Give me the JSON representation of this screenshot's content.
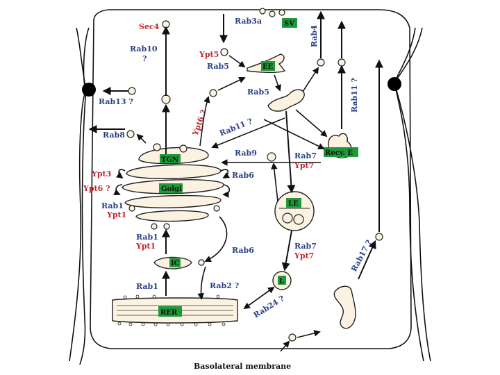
{
  "caption": "Basolateral membrane",
  "compartments": {
    "tgn": "TGN",
    "golgi": "Golgi",
    "ic": "IC",
    "rer": "RER",
    "ee": "EE",
    "sv": "SV",
    "le": "LE",
    "lysosome": "L",
    "recycling_endosome": "Recy. E"
  },
  "labels": {
    "sec4": "Sec4",
    "rab10": "Rab10",
    "rab10_q": "?",
    "rab13": "Rab13 ?",
    "rab8": "Rab8",
    "rab3a": "Rab3a",
    "ypt5": "Ypt5",
    "rab5_top": "Rab5",
    "rab5_mid": "Rab5",
    "ypt6_upper": "Ypt6 ?",
    "rab11_center": "Rab11 ?",
    "rab4": "Rab4",
    "rab11_right": "Rab11 ?",
    "rab9": "Rab9",
    "rab7_upper": "Rab7",
    "ypt7_upper": "Ypt7",
    "rab6_golgi": "Rab6",
    "ypt3": "Ypt3",
    "ypt6_left": "Ypt6 ?",
    "rab1_golgi": "Rab1",
    "ypt1_golgi": "Ypt1",
    "rab1_ic": "Rab1",
    "ypt1_ic": "Ypt1",
    "rab6_ic": "Rab6",
    "rab7_lower": "Rab7",
    "ypt7_lower": "Ypt7",
    "rab1_rer": "Rab1",
    "rab2": "Rab2 ?",
    "rab24": "Rab24 ?",
    "rab17": "Rab17 ?"
  },
  "colors": {
    "blue_label": "#2b3f86",
    "red_label": "#c0262d",
    "compartment_box": "#1f9a3a",
    "organelle_fill": "#fbf2e2"
  }
}
